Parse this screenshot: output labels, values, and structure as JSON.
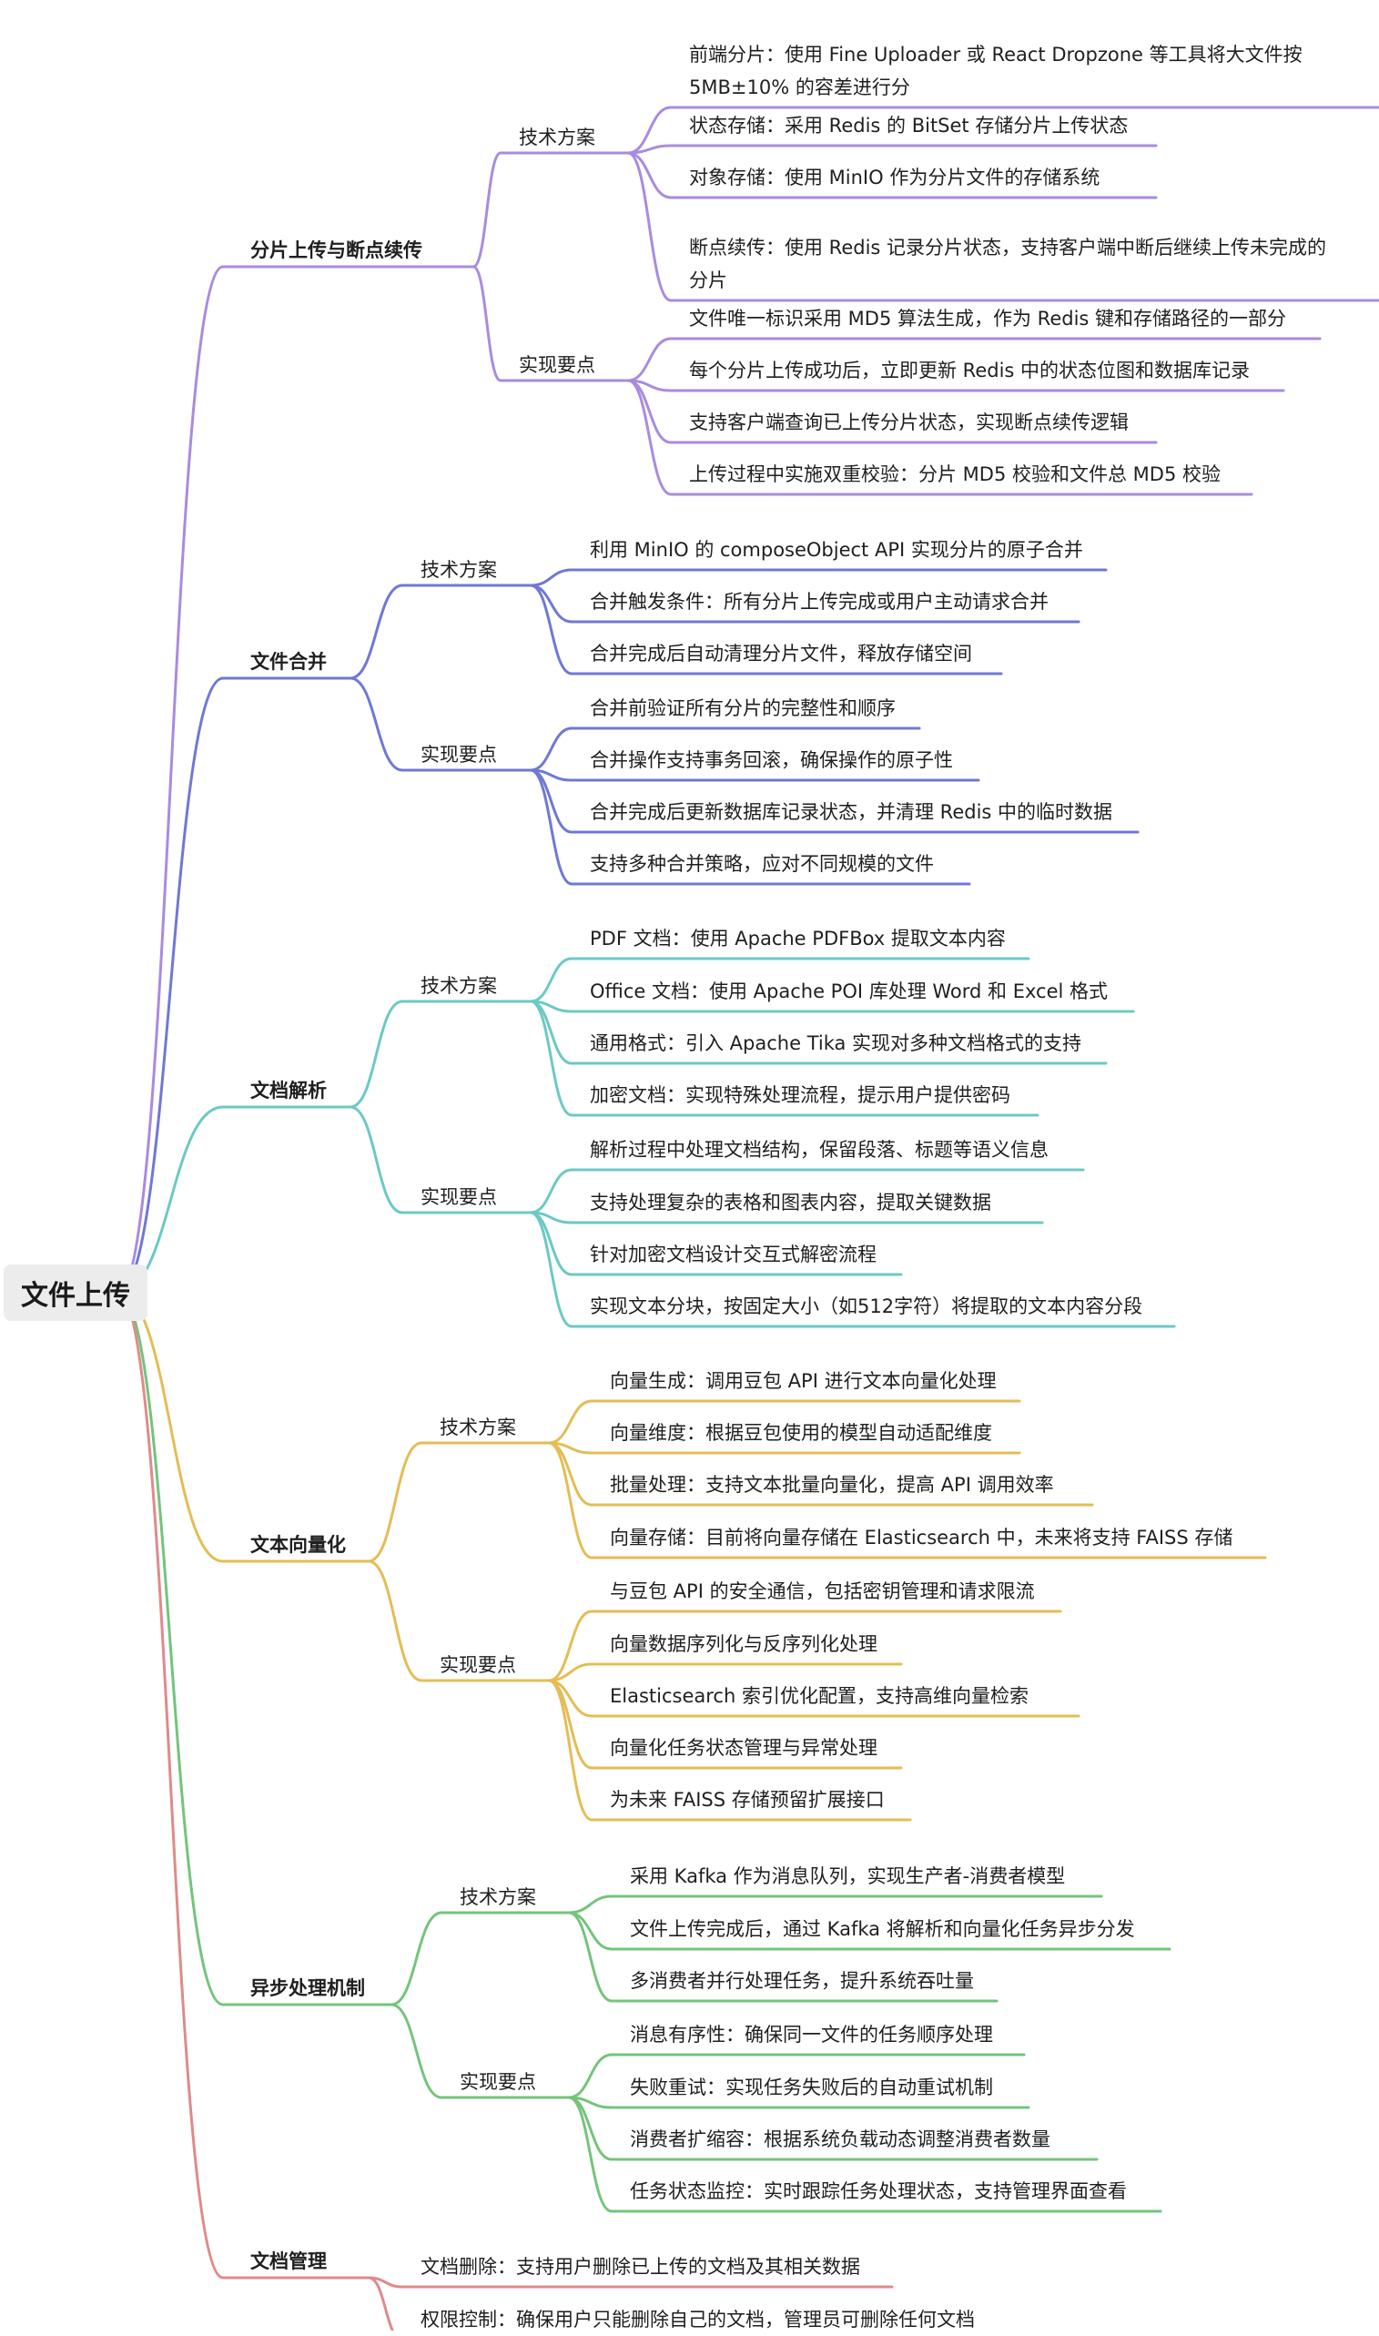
{
  "root": {
    "label": "文件上传"
  },
  "branches": [
    {
      "label": "分片上传与断点续传",
      "color": "#a98be0",
      "groups": [
        {
          "label": "技术方案",
          "items": [
            [
              "前端分片：使用 Fine Uploader 或 React Dropzone 等工具将大文件按",
              "5MB±10% 的容差进行分"
            ],
            [
              "状态存储：采用 Redis 的 BitSet 存储分片上传状态"
            ],
            [
              "对象存储：使用 MinIO 作为分片文件的存储系统"
            ],
            [
              "断点续传：使用 Redis 记录分片状态，支持客户端中断后继续上传未完成的",
              "分片"
            ]
          ]
        },
        {
          "label": "实现要点",
          "items": [
            [
              "文件唯一标识采用 MD5 算法生成，作为 Redis 键和存储路径的一部分"
            ],
            [
              "每个分片上传成功后，立即更新 Redis 中的状态位图和数据库记录"
            ],
            [
              "支持客户端查询已上传分片状态，实现断点续传逻辑"
            ],
            [
              "上传过程中实施双重校验：分片 MD5 校验和文件总 MD5 校验"
            ]
          ]
        }
      ]
    },
    {
      "label": "文件合并",
      "color": "#6f78d6",
      "groups": [
        {
          "label": "技术方案",
          "items": [
            [
              "利用 MinIO 的 composeObject API 实现分片的原子合并"
            ],
            [
              "合并触发条件：所有分片上传完成或用户主动请求合并"
            ],
            [
              "合并完成后自动清理分片文件，释放存储空间"
            ]
          ]
        },
        {
          "label": "实现要点",
          "items": [
            [
              "合并前验证所有分片的完整性和顺序"
            ],
            [
              "合并操作支持事务回滚，确保操作的原子性"
            ],
            [
              "合并完成后更新数据库记录状态，并清理 Redis 中的临时数据"
            ],
            [
              "支持多种合并策略，应对不同规模的文件"
            ]
          ]
        }
      ]
    },
    {
      "label": "文档解析",
      "color": "#6cc9c5",
      "groups": [
        {
          "label": "技术方案",
          "items": [
            [
              "PDF 文档：使用 Apache PDFBox 提取文本内容"
            ],
            [
              "Office 文档：使用 Apache POI 库处理 Word 和 Excel 格式"
            ],
            [
              "通用格式：引入 Apache Tika 实现对多种文档格式的支持"
            ],
            [
              "加密文档：实现特殊处理流程，提示用户提供密码"
            ]
          ]
        },
        {
          "label": "实现要点",
          "items": [
            [
              "解析过程中处理文档结构，保留段落、标题等语义信息"
            ],
            [
              "支持处理复杂的表格和图表内容，提取关键数据"
            ],
            [
              "针对加密文档设计交互式解密流程"
            ],
            [
              "实现文本分块，按固定大小（如512字符）将提取的文本内容分段"
            ]
          ]
        }
      ]
    },
    {
      "label": "文本向量化",
      "color": "#e3bd55",
      "groups": [
        {
          "label": "技术方案",
          "items": [
            [
              "向量生成：调用豆包 API 进行文本向量化处理"
            ],
            [
              "向量维度：根据豆包使用的模型自动适配维度"
            ],
            [
              "批量处理：支持文本批量向量化，提高 API 调用效率"
            ],
            [
              "向量存储：目前将向量存储在 Elasticsearch 中，未来将支持 FAISS 存储"
            ]
          ]
        },
        {
          "label": "实现要点",
          "items": [
            [
              "与豆包 API 的安全通信，包括密钥管理和请求限流"
            ],
            [
              "向量数据序列化与反序列化处理"
            ],
            [
              "Elasticsearch 索引优化配置，支持高维向量检索"
            ],
            [
              "向量化任务状态管理与异常处理"
            ],
            [
              "为未来 FAISS 存储预留扩展接口"
            ]
          ]
        }
      ]
    },
    {
      "label": "异步处理机制",
      "color": "#74c47c",
      "groups": [
        {
          "label": "技术方案",
          "items": [
            [
              "采用 Kafka 作为消息队列，实现生产者-消费者模型"
            ],
            [
              "文件上传完成后，通过 Kafka 将解析和向量化任务异步分发"
            ],
            [
              "多消费者并行处理任务，提升系统吞吐量"
            ]
          ]
        },
        {
          "label": "实现要点",
          "items": [
            [
              "消息有序性：确保同一文件的任务顺序处理"
            ],
            [
              "失败重试：实现任务失败后的自动重试机制"
            ],
            [
              "消费者扩缩容：根据系统负载动态调整消费者数量"
            ],
            [
              "任务状态监控：实时跟踪任务处理状态，支持管理界面查看"
            ]
          ]
        }
      ]
    },
    {
      "label": "文档管理",
      "color": "#e08a8a",
      "groups": [],
      "items": [
        [
          "文档删除：支持用户删除已上传的文档及其相关数据"
        ],
        [
          "权限控制：确保用户只能删除自己的文档，管理员可删除任何文档"
        ]
      ]
    }
  ]
}
